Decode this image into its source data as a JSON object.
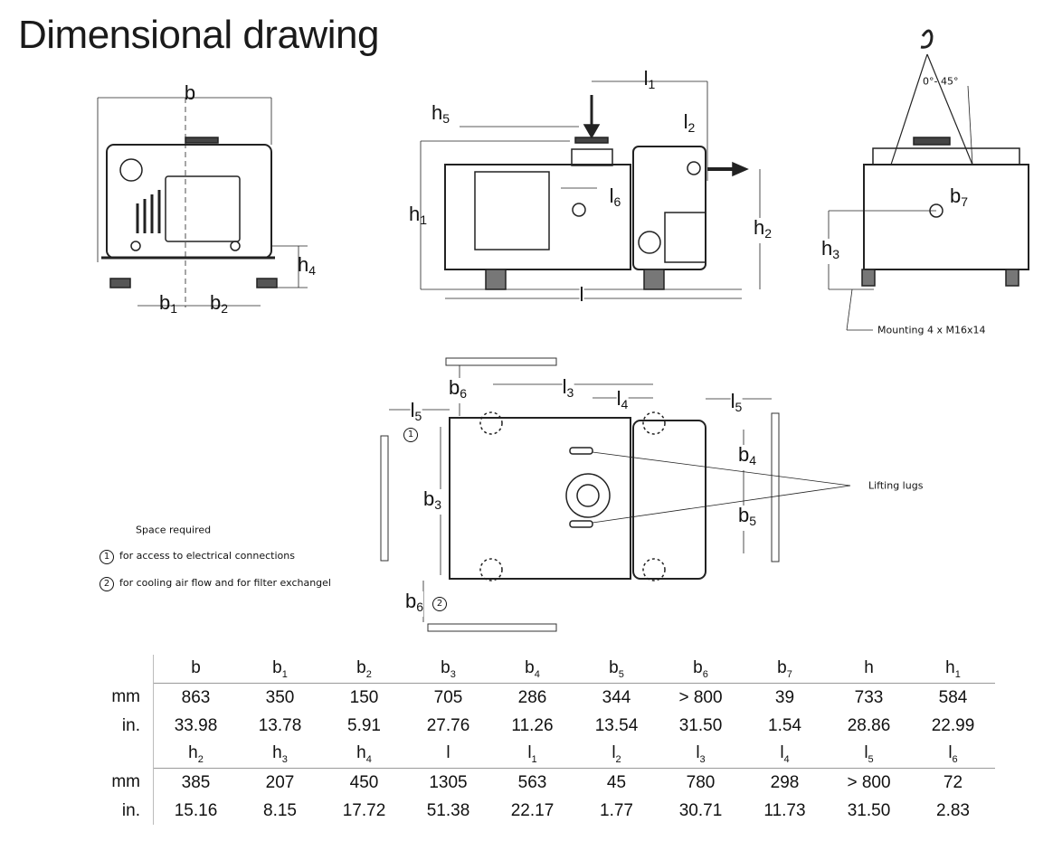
{
  "title": "Dimensional drawing",
  "labels": {
    "front": {
      "b": {
        "t": "b",
        "s": ""
      },
      "b1": {
        "t": "b",
        "s": "1"
      },
      "b2": {
        "t": "b",
        "s": "2"
      },
      "h4": {
        "t": "h",
        "s": "4"
      }
    },
    "side": {
      "h5": {
        "t": "h",
        "s": "5"
      },
      "l1": {
        "t": "l",
        "s": "1"
      },
      "l2": {
        "t": "l",
        "s": "2"
      },
      "h1": {
        "t": "h",
        "s": "1"
      },
      "l6": {
        "t": "l",
        "s": "6"
      },
      "h2": {
        "t": "h",
        "s": "2"
      },
      "l": {
        "t": "l",
        "s": ""
      }
    },
    "end": {
      "angle": "0°- 45°",
      "b7": {
        "t": "b",
        "s": "7"
      },
      "h3": {
        "t": "h",
        "s": "3"
      },
      "mounting": "Mounting 4 x M16x14"
    },
    "top": {
      "b6a": {
        "t": "b",
        "s": "6"
      },
      "l3": {
        "t": "l",
        "s": "3"
      },
      "l4": {
        "t": "l",
        "s": "4"
      },
      "l5a": {
        "t": "l",
        "s": "5"
      },
      "l5b": {
        "t": "l",
        "s": "5"
      },
      "c1": "1",
      "b3": {
        "t": "b",
        "s": "3"
      },
      "b4": {
        "t": "b",
        "s": "4"
      },
      "b5": {
        "t": "b",
        "s": "5"
      },
      "lugs": "Lifting lugs",
      "b6b": {
        "t": "b",
        "s": "6"
      },
      "c2": "2"
    }
  },
  "legend": {
    "heading": "Space required",
    "items": [
      {
        "num": "1",
        "text": "for access to electrical connections"
      },
      {
        "num": "2",
        "text": "for cooling air flow and for filter exchangel"
      }
    ]
  },
  "table": {
    "blocks": [
      {
        "headers": [
          {
            "t": "b",
            "s": ""
          },
          {
            "t": "b",
            "s": "1"
          },
          {
            "t": "b",
            "s": "2"
          },
          {
            "t": "b",
            "s": "3"
          },
          {
            "t": "b",
            "s": "4"
          },
          {
            "t": "b",
            "s": "5"
          },
          {
            "t": "b",
            "s": "6"
          },
          {
            "t": "b",
            "s": "7"
          },
          {
            "t": "h",
            "s": ""
          },
          {
            "t": "h",
            "s": "1"
          }
        ],
        "rows": [
          {
            "unit": "mm",
            "values": [
              "863",
              "350",
              "150",
              "705",
              "286",
              "344",
              "> 800",
              "39",
              "733",
              "584"
            ]
          },
          {
            "unit": "in.",
            "values": [
              "33.98",
              "13.78",
              "5.91",
              "27.76",
              "11.26",
              "13.54",
              "31.50",
              "1.54",
              "28.86",
              "22.99"
            ]
          }
        ]
      },
      {
        "headers": [
          {
            "t": "h",
            "s": "2"
          },
          {
            "t": "h",
            "s": "3"
          },
          {
            "t": "h",
            "s": "4"
          },
          {
            "t": "l",
            "s": ""
          },
          {
            "t": "l",
            "s": "1"
          },
          {
            "t": "l",
            "s": "2"
          },
          {
            "t": "l",
            "s": "3"
          },
          {
            "t": "l",
            "s": "4"
          },
          {
            "t": "l",
            "s": "5"
          },
          {
            "t": "l",
            "s": "6"
          }
        ],
        "rows": [
          {
            "unit": "mm",
            "values": [
              "385",
              "207",
              "450",
              "1305",
              "563",
              "45",
              "780",
              "298",
              "> 800",
              "72"
            ]
          },
          {
            "unit": "in.",
            "values": [
              "15.16",
              "8.15",
              "17.72",
              "51.38",
              "22.17",
              "1.77",
              "30.71",
              "11.73",
              "31.50",
              "2.83"
            ]
          }
        ]
      }
    ]
  }
}
